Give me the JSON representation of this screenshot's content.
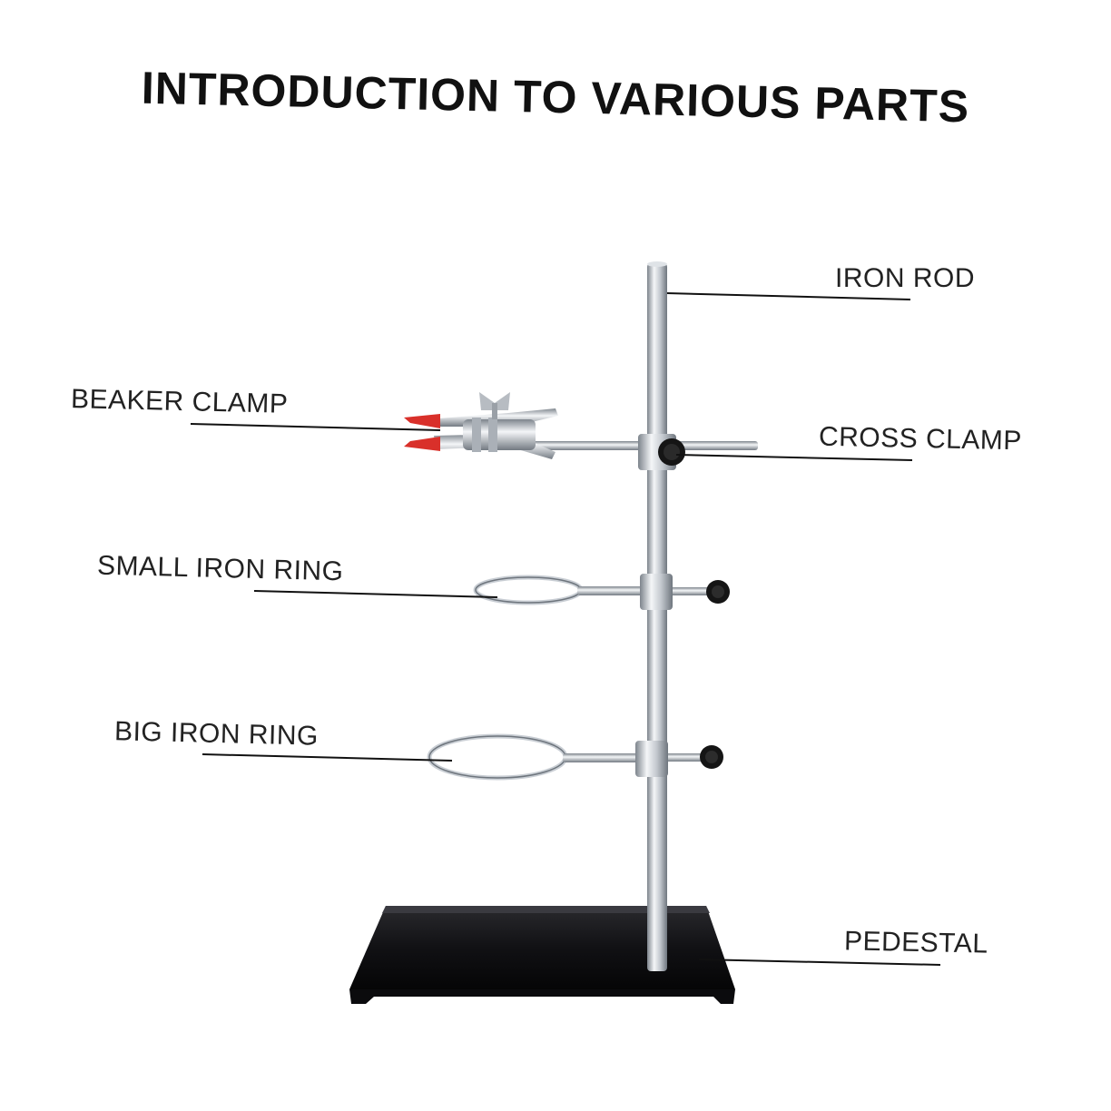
{
  "title": "INTRODUCTION TO VARIOUS PARTS",
  "labels": {
    "iron_rod": "IRON ROD",
    "beaker_clamp": "BEAKER CLAMP",
    "cross_clamp": "CROSS CLAMP",
    "small_iron_ring": "SMALL IRON RING",
    "big_iron_ring": "BIG IRON RING",
    "pedestal": "PEDESTAL"
  },
  "colors": {
    "text": "#222222",
    "pedestal": "#111111",
    "metal": "#c9ced4",
    "clamp_tip": "#d9302a",
    "knob": "#151515"
  }
}
